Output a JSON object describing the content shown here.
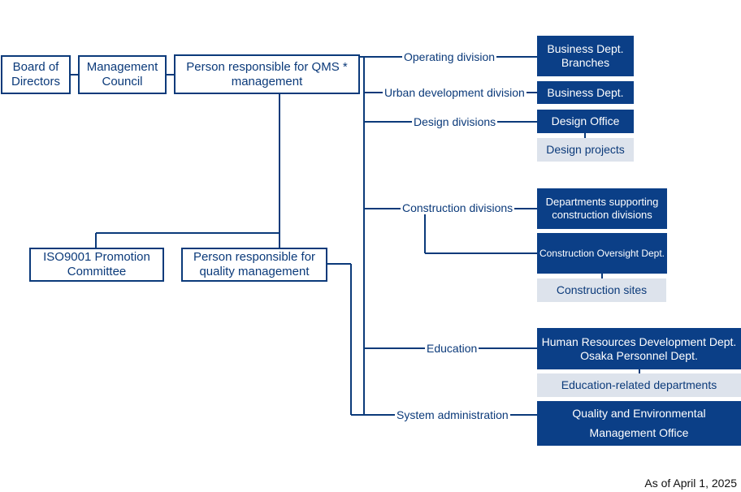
{
  "nodes": {
    "board": [
      "Board of",
      "Directors"
    ],
    "council": [
      "Management",
      "Council"
    ],
    "qms": [
      "Person responsible for QMS *",
      "management"
    ],
    "iso": [
      "ISO9001 Promotion",
      "Committee"
    ],
    "quality": [
      "Person responsible for",
      "quality management"
    ],
    "business_branches": [
      "Business Dept.",
      "Branches"
    ],
    "business": [
      "Business Dept."
    ],
    "design_office": [
      "Design Office"
    ],
    "design_projects": [
      "Design projects"
    ],
    "dept_support": [
      "Departments supporting",
      "construction divisions"
    ],
    "oversight": [
      "Construction Oversight Dept."
    ],
    "sites": [
      "Construction sites"
    ],
    "hr": [
      "Human Resources Development Dept.",
      "Osaka Personnel Dept."
    ],
    "edu_depts": [
      "Education-related departments"
    ],
    "qe_office": [
      "Quality and Environmental",
      "Management Office"
    ]
  },
  "branches": {
    "operating": "Operating division",
    "urban": "Urban development division",
    "design": "Design divisions",
    "construction": "Construction divisions",
    "education": "Education",
    "system": "System administration"
  },
  "as_of": "As of April 1, 2025",
  "colors": {
    "navy": "#0b3f87",
    "light": "#dde3ec",
    "line": "#0b3a7a"
  }
}
